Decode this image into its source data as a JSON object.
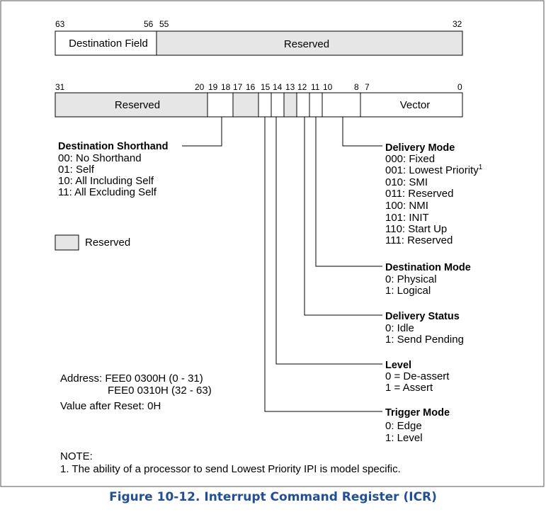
{
  "register_high": {
    "bit_numbers": [
      "63",
      "56",
      "55",
      "32"
    ],
    "fields": [
      "Destination Field",
      "Reserved"
    ]
  },
  "register_low": {
    "bit_numbers": [
      "31",
      "20",
      "19",
      "18",
      "17",
      "16",
      "15",
      "14",
      "13",
      "12",
      "11",
      "10",
      "8",
      "7",
      "0"
    ],
    "reserved_label": "Reserved",
    "vector_label": "Vector"
  },
  "destination_shorthand": {
    "title": "Destination Shorthand",
    "items": [
      "00: No Shorthand",
      "01: Self",
      "10: All Including Self",
      "11: All Excluding Self"
    ]
  },
  "legend": {
    "label": "Reserved"
  },
  "delivery_mode": {
    "title": "Delivery Mode",
    "items": [
      "000: Fixed",
      "001: Lowest Priority",
      "010: SMI",
      "011: Reserved",
      "100: NMI",
      "101: INIT",
      "110: Start Up",
      "111: Reserved"
    ],
    "footnote_marker": "1"
  },
  "destination_mode": {
    "title": "Destination Mode",
    "items": [
      "0: Physical",
      "1: Logical"
    ]
  },
  "delivery_status": {
    "title": "Delivery Status",
    "items": [
      "0: Idle",
      "1: Send Pending"
    ]
  },
  "level": {
    "title": "Level",
    "items": [
      "0 = De-assert",
      "1 = Assert"
    ]
  },
  "trigger_mode": {
    "title": "Trigger Mode",
    "items": [
      "0: Edge",
      "1: Level"
    ]
  },
  "address": {
    "line1": "Address: FEE0 0300H (0 - 31)",
    "line2": "FEE0 0310H (32 - 63)",
    "reset": "Value after Reset: 0H"
  },
  "note": {
    "heading": "NOTE:",
    "text": "1. The ability of a processor to send Lowest Priority IPI is model specific."
  },
  "caption": "Figure 10-12.  Interrupt Command Register (ICR)",
  "colors": {
    "reserved_fill": "#e6e6e6",
    "caption": "#1f4e9e"
  }
}
